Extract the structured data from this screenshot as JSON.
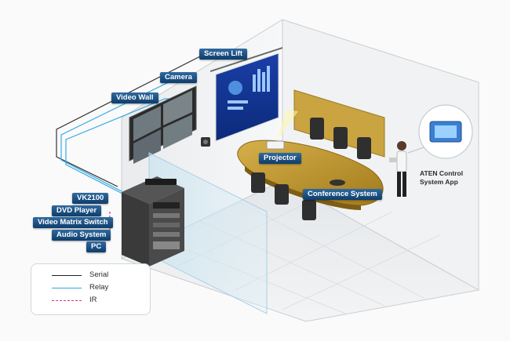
{
  "labels": {
    "screen_lift": "Screen Lift",
    "camera": "Camera",
    "video_wall": "Video Wall",
    "projector": "Projector",
    "conference_system": "Conference System",
    "vk2100": "VK2100",
    "dvd_player": "DVD Player",
    "video_matrix_switch": "Video Matrix Switch",
    "audio_system": "Audio System",
    "pc": "PC"
  },
  "app": {
    "line1": "ATEN Control",
    "line2": "System App"
  },
  "legend": [
    {
      "label": "Serial",
      "color": "#222222",
      "style": "solid"
    },
    {
      "label": "Relay",
      "color": "#36a9e1",
      "style": "solid"
    },
    {
      "label": "IR",
      "color": "#d0368a",
      "style": "dashed"
    }
  ]
}
